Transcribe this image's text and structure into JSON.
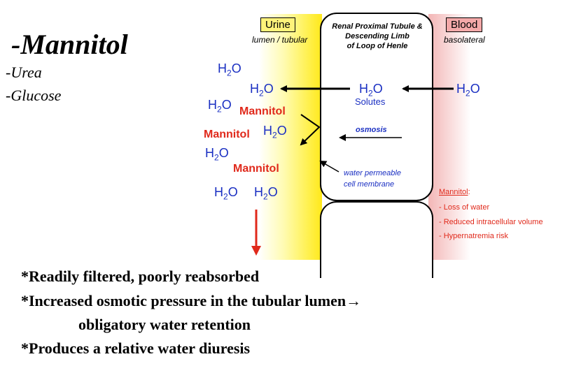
{
  "left_list": {
    "title": "-Mannitol",
    "items": [
      "-Urea",
      "-Glucose"
    ]
  },
  "labels": {
    "urine": "Urine",
    "urine_sub": "lumen / tubular",
    "blood": "Blood",
    "blood_sub": "basolateral",
    "cell_title_1": "Renal Proximal Tubule &",
    "cell_title_2": "Descending Limb",
    "cell_title_3": "of Loop of Henle",
    "solutes": "Solutes",
    "osmosis": "osmosis",
    "membrane_1": "water permeable",
    "membrane_2": "cell membrane"
  },
  "molecules": {
    "h2o_base": "H",
    "h2o_sub": "2",
    "h2o_tail": "O",
    "mannitol": "Mannitol"
  },
  "mannitol_effects": {
    "heading": "Mannitol",
    "colon": ":",
    "items": [
      "- Loss of water",
      "- Reduced intracellular volume",
      " - Hypernatremia risk"
    ]
  },
  "bullets": [
    "*Readily filtered, poorly reabsorbed",
    "*Increased osmotic pressure in the tubular lumen→",
    "obligatory water retention",
    "*Produces a relative water diuresis"
  ],
  "colors": {
    "water_blue": "#1a2fc2",
    "mannitol_red": "#e0291b",
    "urine_yellow": "#ffe81a",
    "blood_pink": "#f4a9a9"
  }
}
